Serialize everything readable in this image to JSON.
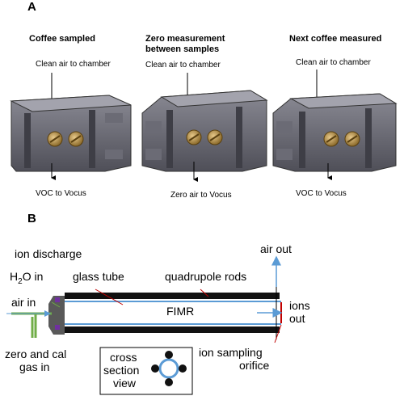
{
  "panel_a": {
    "letter": "A",
    "columns": [
      {
        "title": "Coffee sampled",
        "subtitle": "",
        "top_label": "Clean air to chamber",
        "bottom_label": "VOC to Vocus"
      },
      {
        "title": "Zero measurement",
        "subtitle": "between samples",
        "top_label": "Clean air to chamber",
        "bottom_label": "Zero air to Vocus"
      },
      {
        "title": "Next coffee measured",
        "subtitle": "",
        "top_label": "Clean air to chamber",
        "bottom_label": "VOC to Vocus"
      }
    ]
  },
  "panel_b": {
    "letter": "B",
    "labels": {
      "ion_discharge": "ion discharge",
      "h2o_in_prefix": "H",
      "h2o_in_sub": "2",
      "h2o_in_suffix": "O in",
      "air_in": "air in",
      "glass_tube": "glass tube",
      "quadrupole_rods": "quadrupole rods",
      "air_out": "air out",
      "fimr": "FIMR",
      "ions_out_1": "ions",
      "ions_out_2": "out",
      "zero_cal_1": "zero and cal",
      "zero_cal_2": "gas in",
      "ion_sampling_1": "ion sampling",
      "ion_sampling_2": "orifice",
      "cross_section_1": "cross",
      "cross_section_2": "section",
      "cross_section_3": "view"
    },
    "colors": {
      "tube": "#5b9bd5",
      "rods": "#111111",
      "inlet": "#70ad47",
      "orifice": "#c00000",
      "discharge": "#7030a0",
      "block": "#595959"
    }
  }
}
